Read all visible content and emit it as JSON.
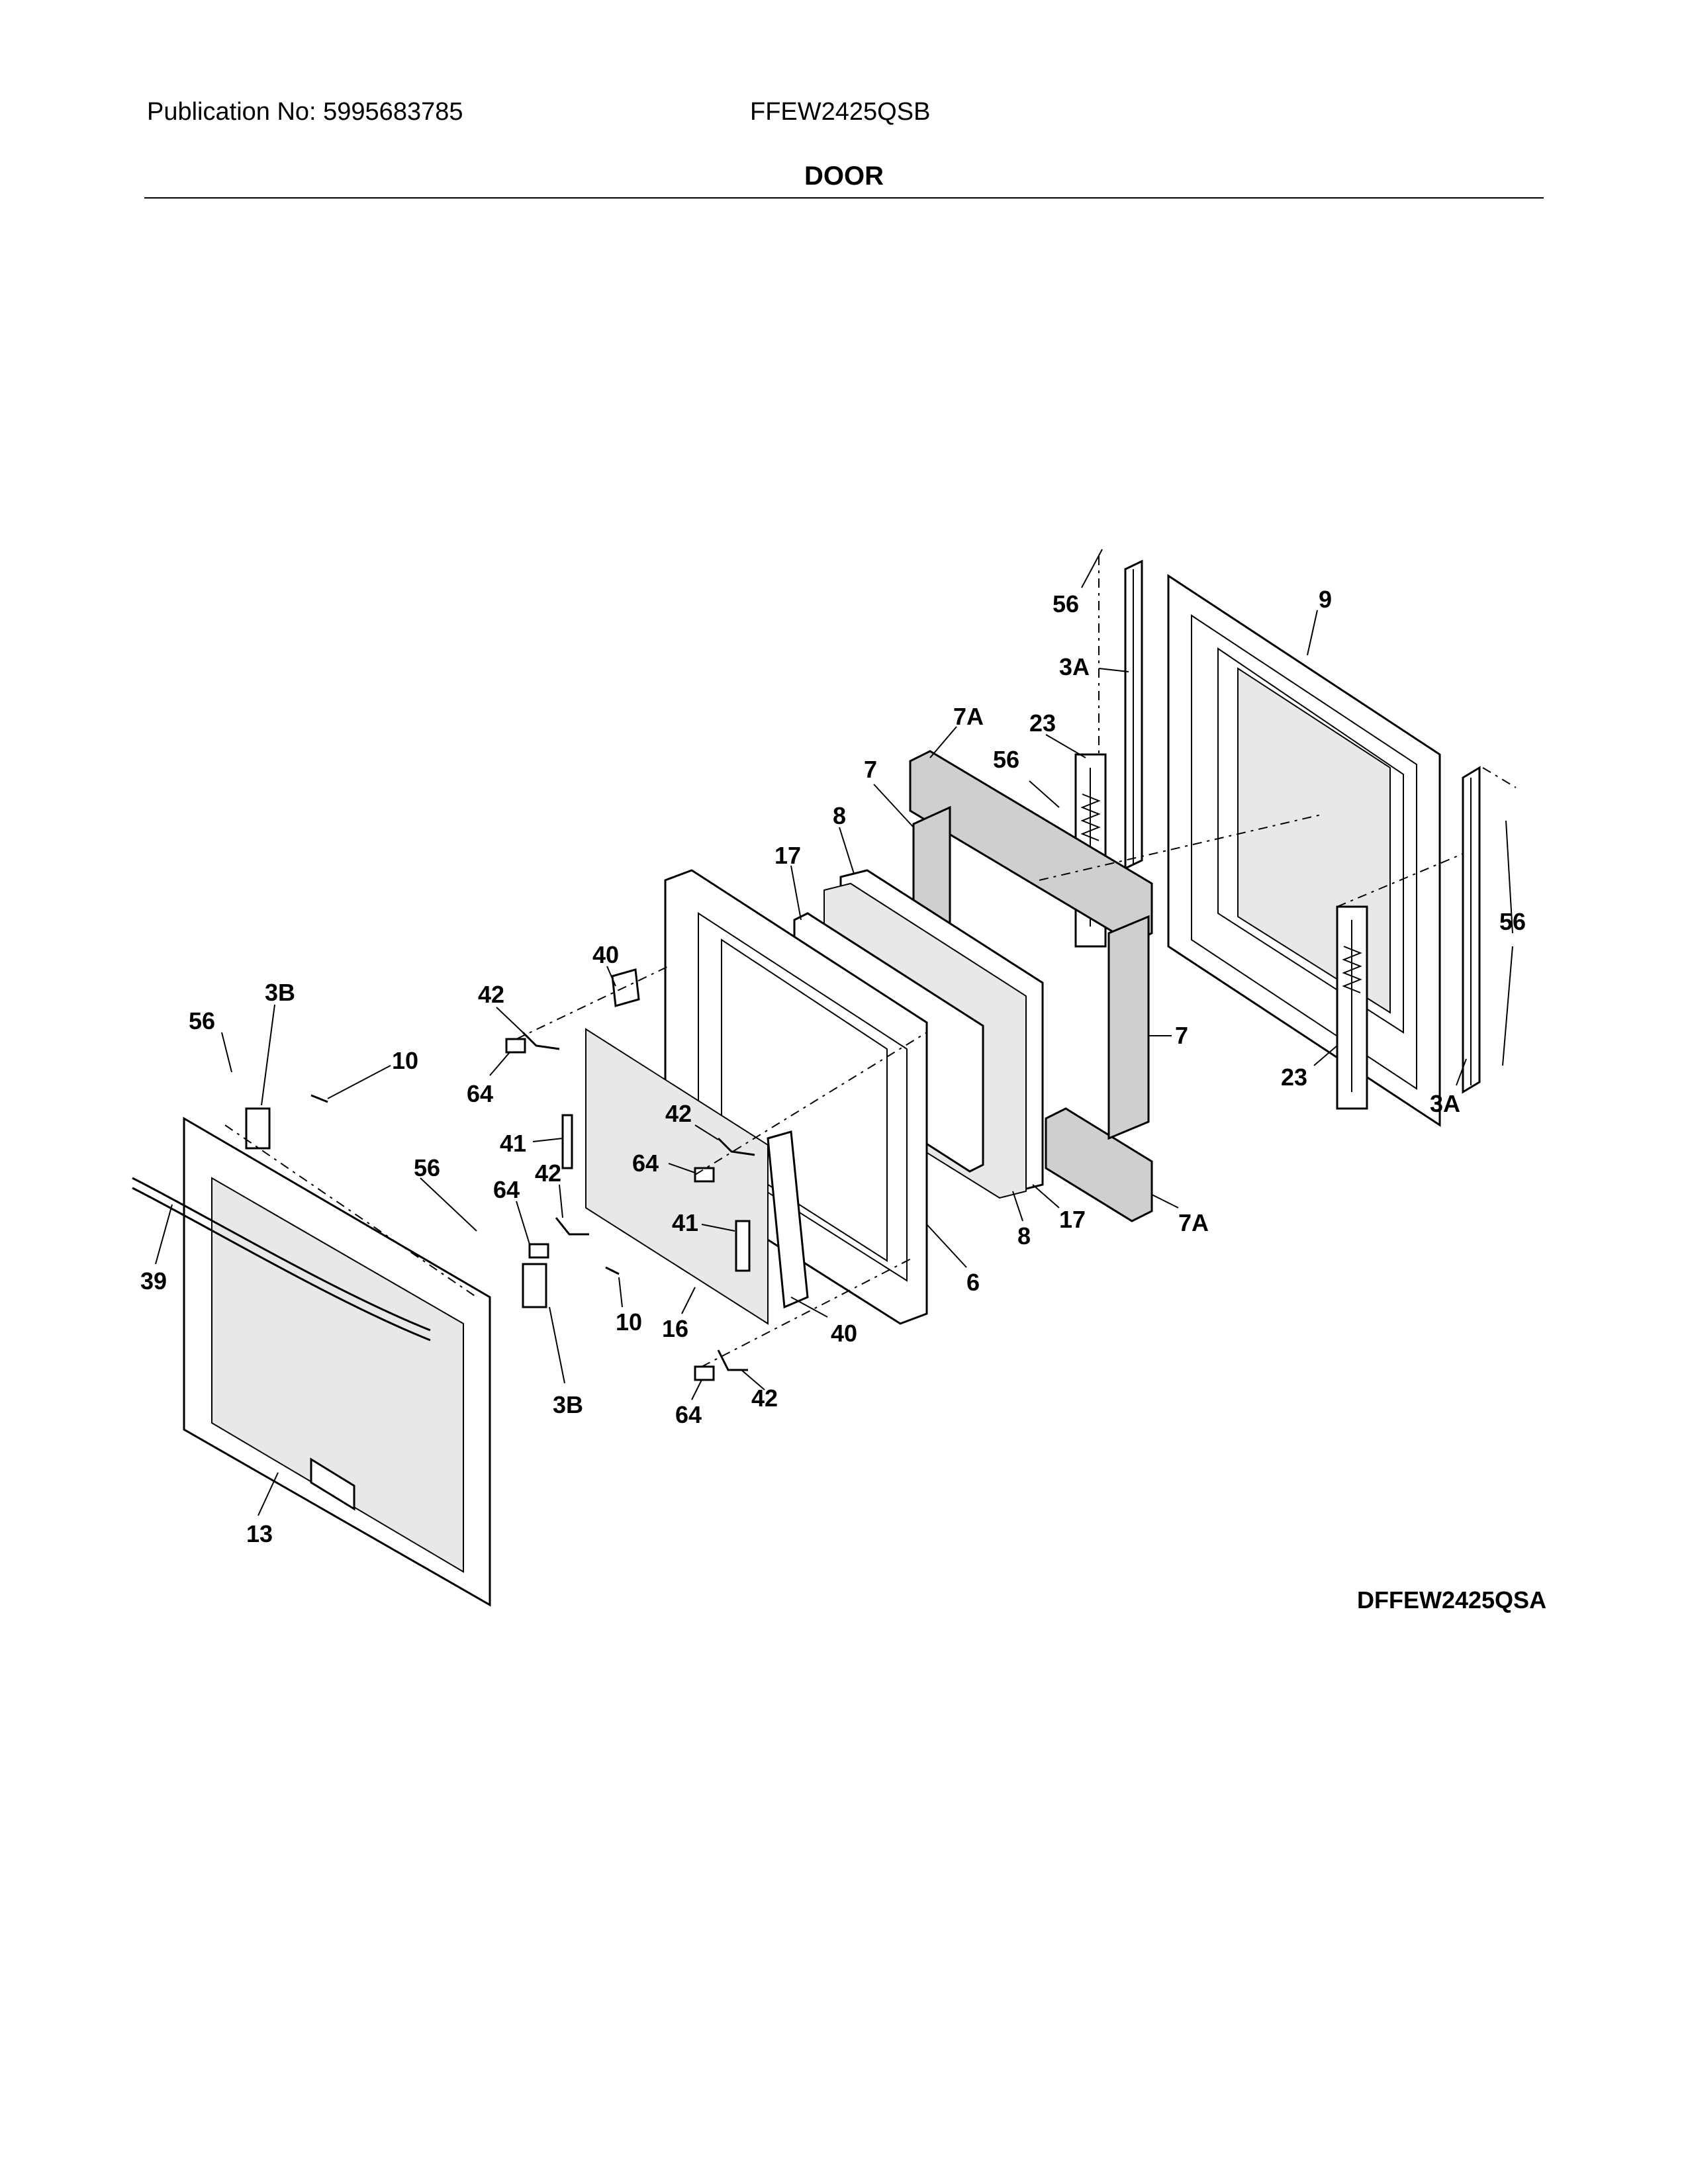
{
  "header": {
    "publication": "Publication No: 5995683785",
    "model": "FFEW2425QSB",
    "section_title": "DOOR"
  },
  "diagram_code": "DFFEW2425QSA",
  "callouts": {
    "c56_top": "56",
    "c9": "9",
    "c3a_top": "3A",
    "c7a_top": "7A",
    "c23_top": "23",
    "c56_mid": "56",
    "c7_left": "7",
    "c8_top": "8",
    "c17_top": "17",
    "c56_right": "56",
    "c40_top": "40",
    "c42_left": "42",
    "c3b_left": "3B",
    "c56_left": "56",
    "c10_top": "10",
    "c64_left": "64",
    "c7_right": "7",
    "c23_right": "23",
    "c3a_right": "3A",
    "c42_mid": "42",
    "c41_left": "41",
    "c64_mid": "64",
    "c56_handle": "56",
    "c64_lower": "64",
    "c42_lower": "42",
    "c41_mid": "41",
    "c8_bottom": "8",
    "c17_bottom": "17",
    "c7a_bottom": "7A",
    "c39": "39",
    "c6": "6",
    "c10_bottom": "10",
    "c16": "16",
    "c40_bottom": "40",
    "c3b_bottom": "3B",
    "c64_bottom": "64",
    "c42_bottom": "42",
    "c13": "13"
  }
}
